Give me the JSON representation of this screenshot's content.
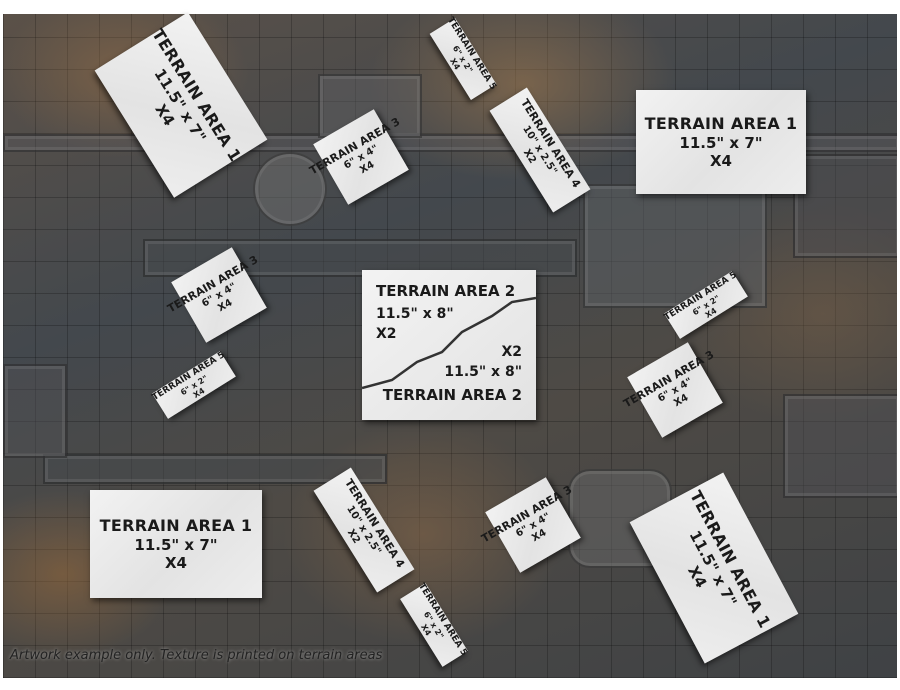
{
  "footnote": "Artwork example only. Texture is printed on terrain areas",
  "pieces": [
    {
      "id": "ta1_a",
      "name": "TERRAIN AREA 1",
      "dim": "11.5\" x 7\"",
      "qty": "X4"
    },
    {
      "id": "ta1_b",
      "name": "TERRAIN AREA 1",
      "dim": "11.5\" x 7\"",
      "qty": "X4"
    },
    {
      "id": "ta1_c",
      "name": "TERRAIN AREA 1",
      "dim": "11.5\" x 7\"",
      "qty": "X4"
    },
    {
      "id": "ta1_d",
      "name": "TERRAIN AREA 1",
      "dim": "11.5\" x 7\"",
      "qty": "X4"
    },
    {
      "id": "ta3_a",
      "name": "TERRAIN AREA 3",
      "dim": "6\" x 4\"",
      "qty": "X4"
    },
    {
      "id": "ta3_b",
      "name": "TERRAIN AREA 3",
      "dim": "6\" x 4\"",
      "qty": "X4"
    },
    {
      "id": "ta3_c",
      "name": "TERRAIN AREA 3",
      "dim": "6\" x 4\"",
      "qty": "X4"
    },
    {
      "id": "ta3_d",
      "name": "TERRAIN AREA 3",
      "dim": "6\" x 4\"",
      "qty": "X4"
    },
    {
      "id": "ta4_a",
      "name": "TERRAIN AREA 4",
      "dim": "10\" x 2.5\"",
      "qty": "X2"
    },
    {
      "id": "ta4_b",
      "name": "TERRAIN AREA 4",
      "dim": "10\" x 2.5\"",
      "qty": "X2"
    },
    {
      "id": "ta5_a",
      "name": "TERRAIN AREA 5",
      "dim": "6\" x 2\"",
      "qty": "X4"
    },
    {
      "id": "ta5_b",
      "name": "TERRAIN AREA 5",
      "dim": "6\" x 2\"",
      "qty": "X4"
    },
    {
      "id": "ta5_c",
      "name": "TERRAIN AREA 5",
      "dim": "6\" x 2\"",
      "qty": "X4"
    },
    {
      "id": "ta5_d",
      "name": "TERRAIN AREA 5",
      "dim": "6\" x 2\"",
      "qty": "X4"
    }
  ],
  "terrain_area_2": {
    "top": {
      "name": "TERRAIN AREA 2",
      "dim": "11.5\" x 8\"",
      "qty": "X2"
    },
    "bottom": {
      "name": "TERRAIN AREA 2",
      "dim": "11.5\" x 8\"",
      "qty": "X2"
    }
  }
}
